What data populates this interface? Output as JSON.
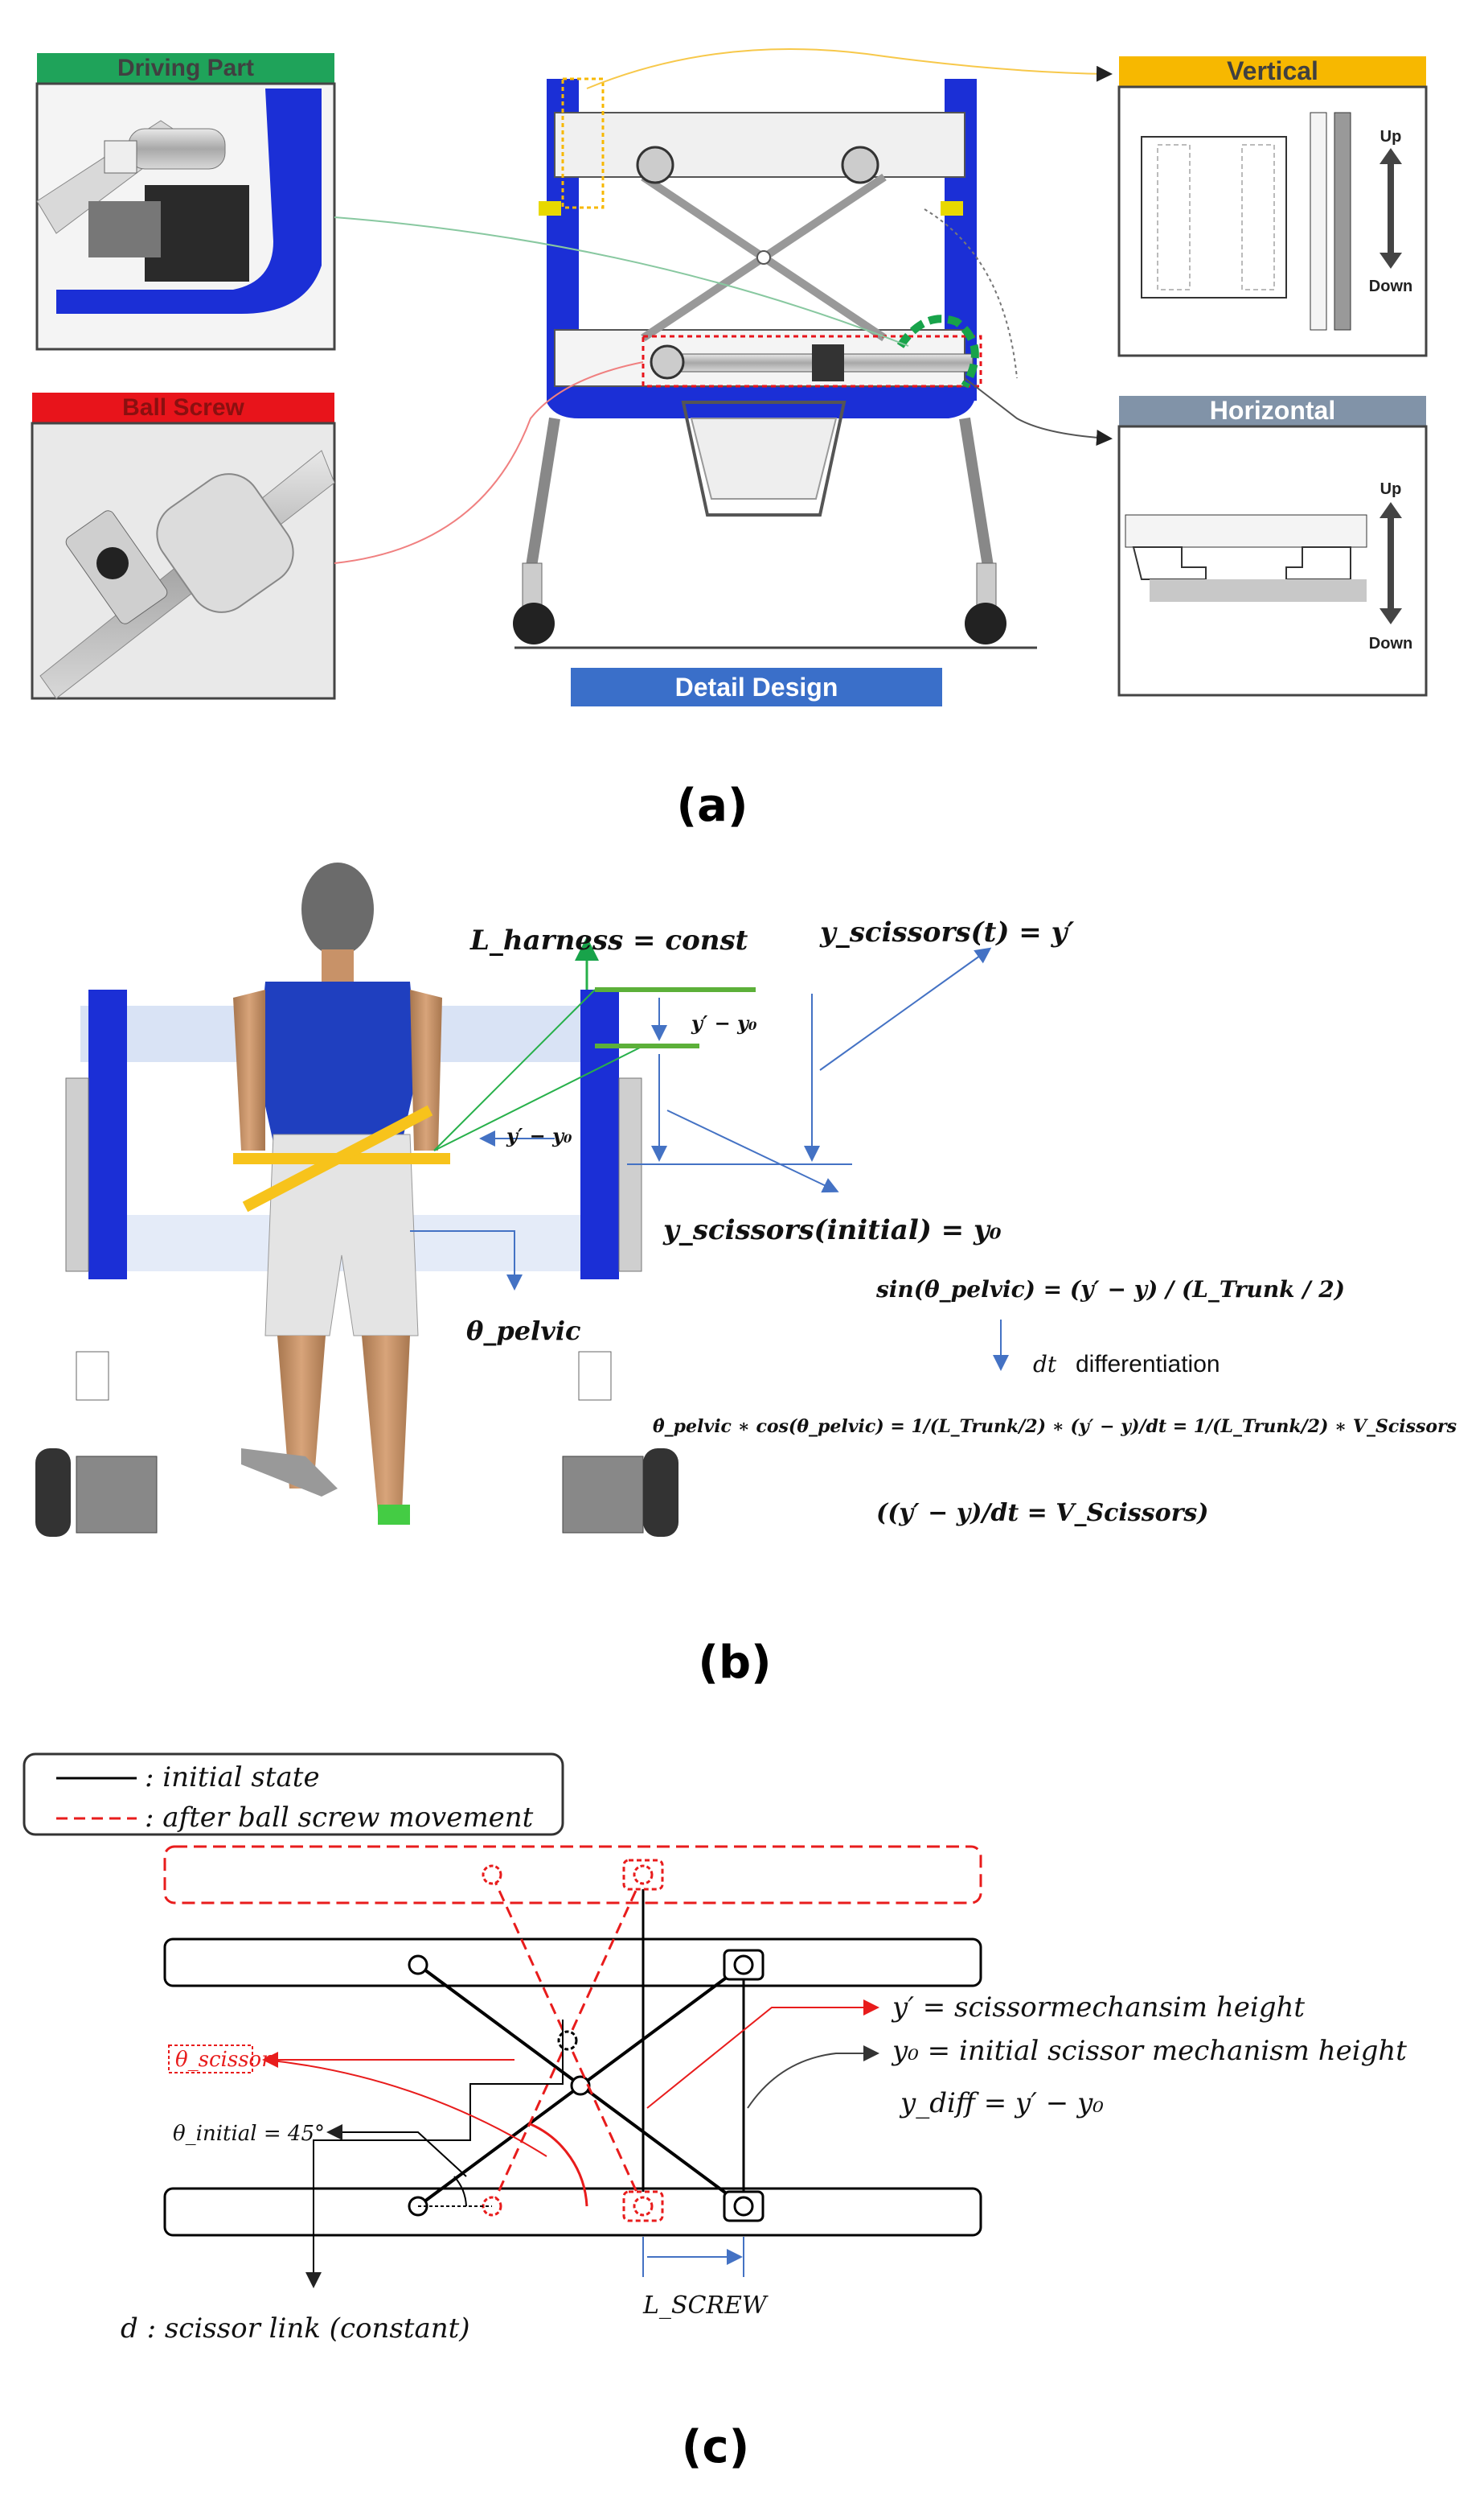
{
  "panel_a": {
    "driving_part_label": "Driving Part",
    "ball_screw_label": "Ball Screw",
    "vertical_label": "Vertical",
    "horizontal_label": "Horizontal",
    "detail_design_label": "Detail Design",
    "vertical_up": "Up",
    "vertical_down": "Down",
    "horizontal_up": "Up",
    "horizontal_down": "Down",
    "caption": "(a)",
    "colors": {
      "driving_part": "#1fa35a",
      "ball_screw": "#e8141b",
      "vertical": "#f7b800",
      "horizontal": "#8193a8",
      "detail_design": "#3a6fc9",
      "frame_blue": "#1b2fd6"
    }
  },
  "panel_b": {
    "harness": "L_harness = const",
    "scissors_t": "y_scissors(t) = y′",
    "ydiff_upper": "y′ − y₀",
    "ydiff_lower": "y′ − y₀",
    "scissors_initial": "y_scissors(initial) = y₀",
    "theta_pelvic": "θ_pelvic",
    "sin_eq": "sin(θ_pelvic) = (y′ − y) / (L_Trunk / 2)",
    "dt_word": "dt",
    "differentiation_word": "differentiation",
    "deriv_eq": "θ̇_pelvic ∗ cos(θ_pelvic) = 1/(L_Trunk/2) ∗ (y′ − y)/dt = 1/(L_Trunk/2) ∗ V_Scissors",
    "vs_eq": "((y′ − y)/dt = V_Scissors)",
    "caption": "(b)"
  },
  "panel_c": {
    "legend_solid": ": initial state",
    "legend_dashed": ": after ball screw movement",
    "theta_scissor": "θ_scissor",
    "theta_initial": "θ_initial = 45°",
    "y_prime": "y′ = scissormechansim height",
    "y0": "y₀ = initial scissor mechanism height",
    "ydiff": "y_diff = y′ − y₀",
    "d_label": "d : scissor link (constant)",
    "l_screw": "L_SCREW",
    "caption": "(c)"
  }
}
